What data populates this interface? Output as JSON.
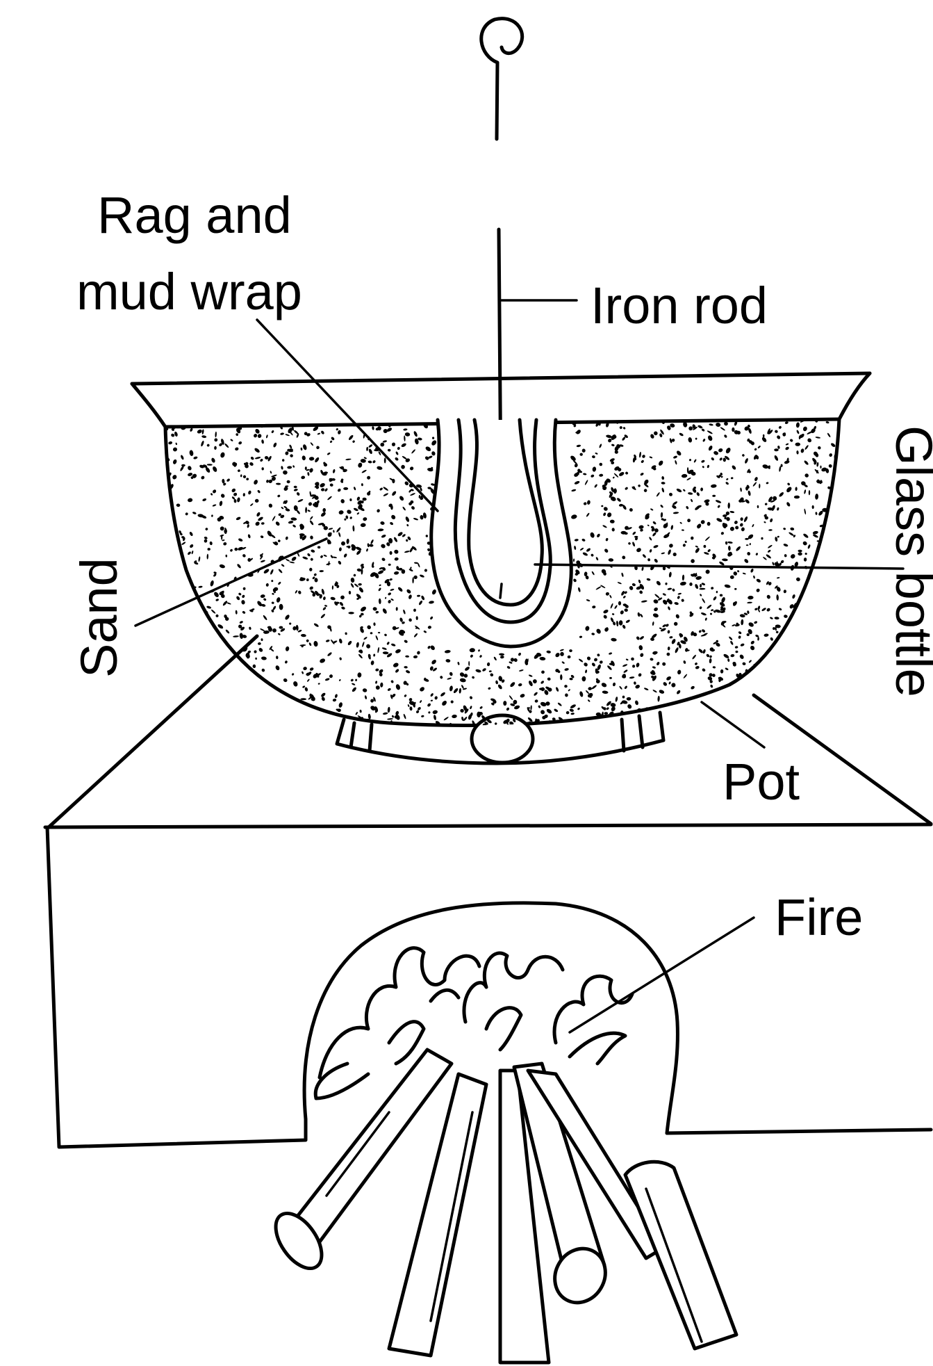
{
  "labels": {
    "rag_and_mud_wrap_line1": "Rag and",
    "rag_and_mud_wrap_line2": "mud wrap",
    "iron_rod": "Iron rod",
    "glass_bottle": "Glass bottle",
    "sand": "Sand",
    "pot": "Pot",
    "fire": "Fire"
  }
}
